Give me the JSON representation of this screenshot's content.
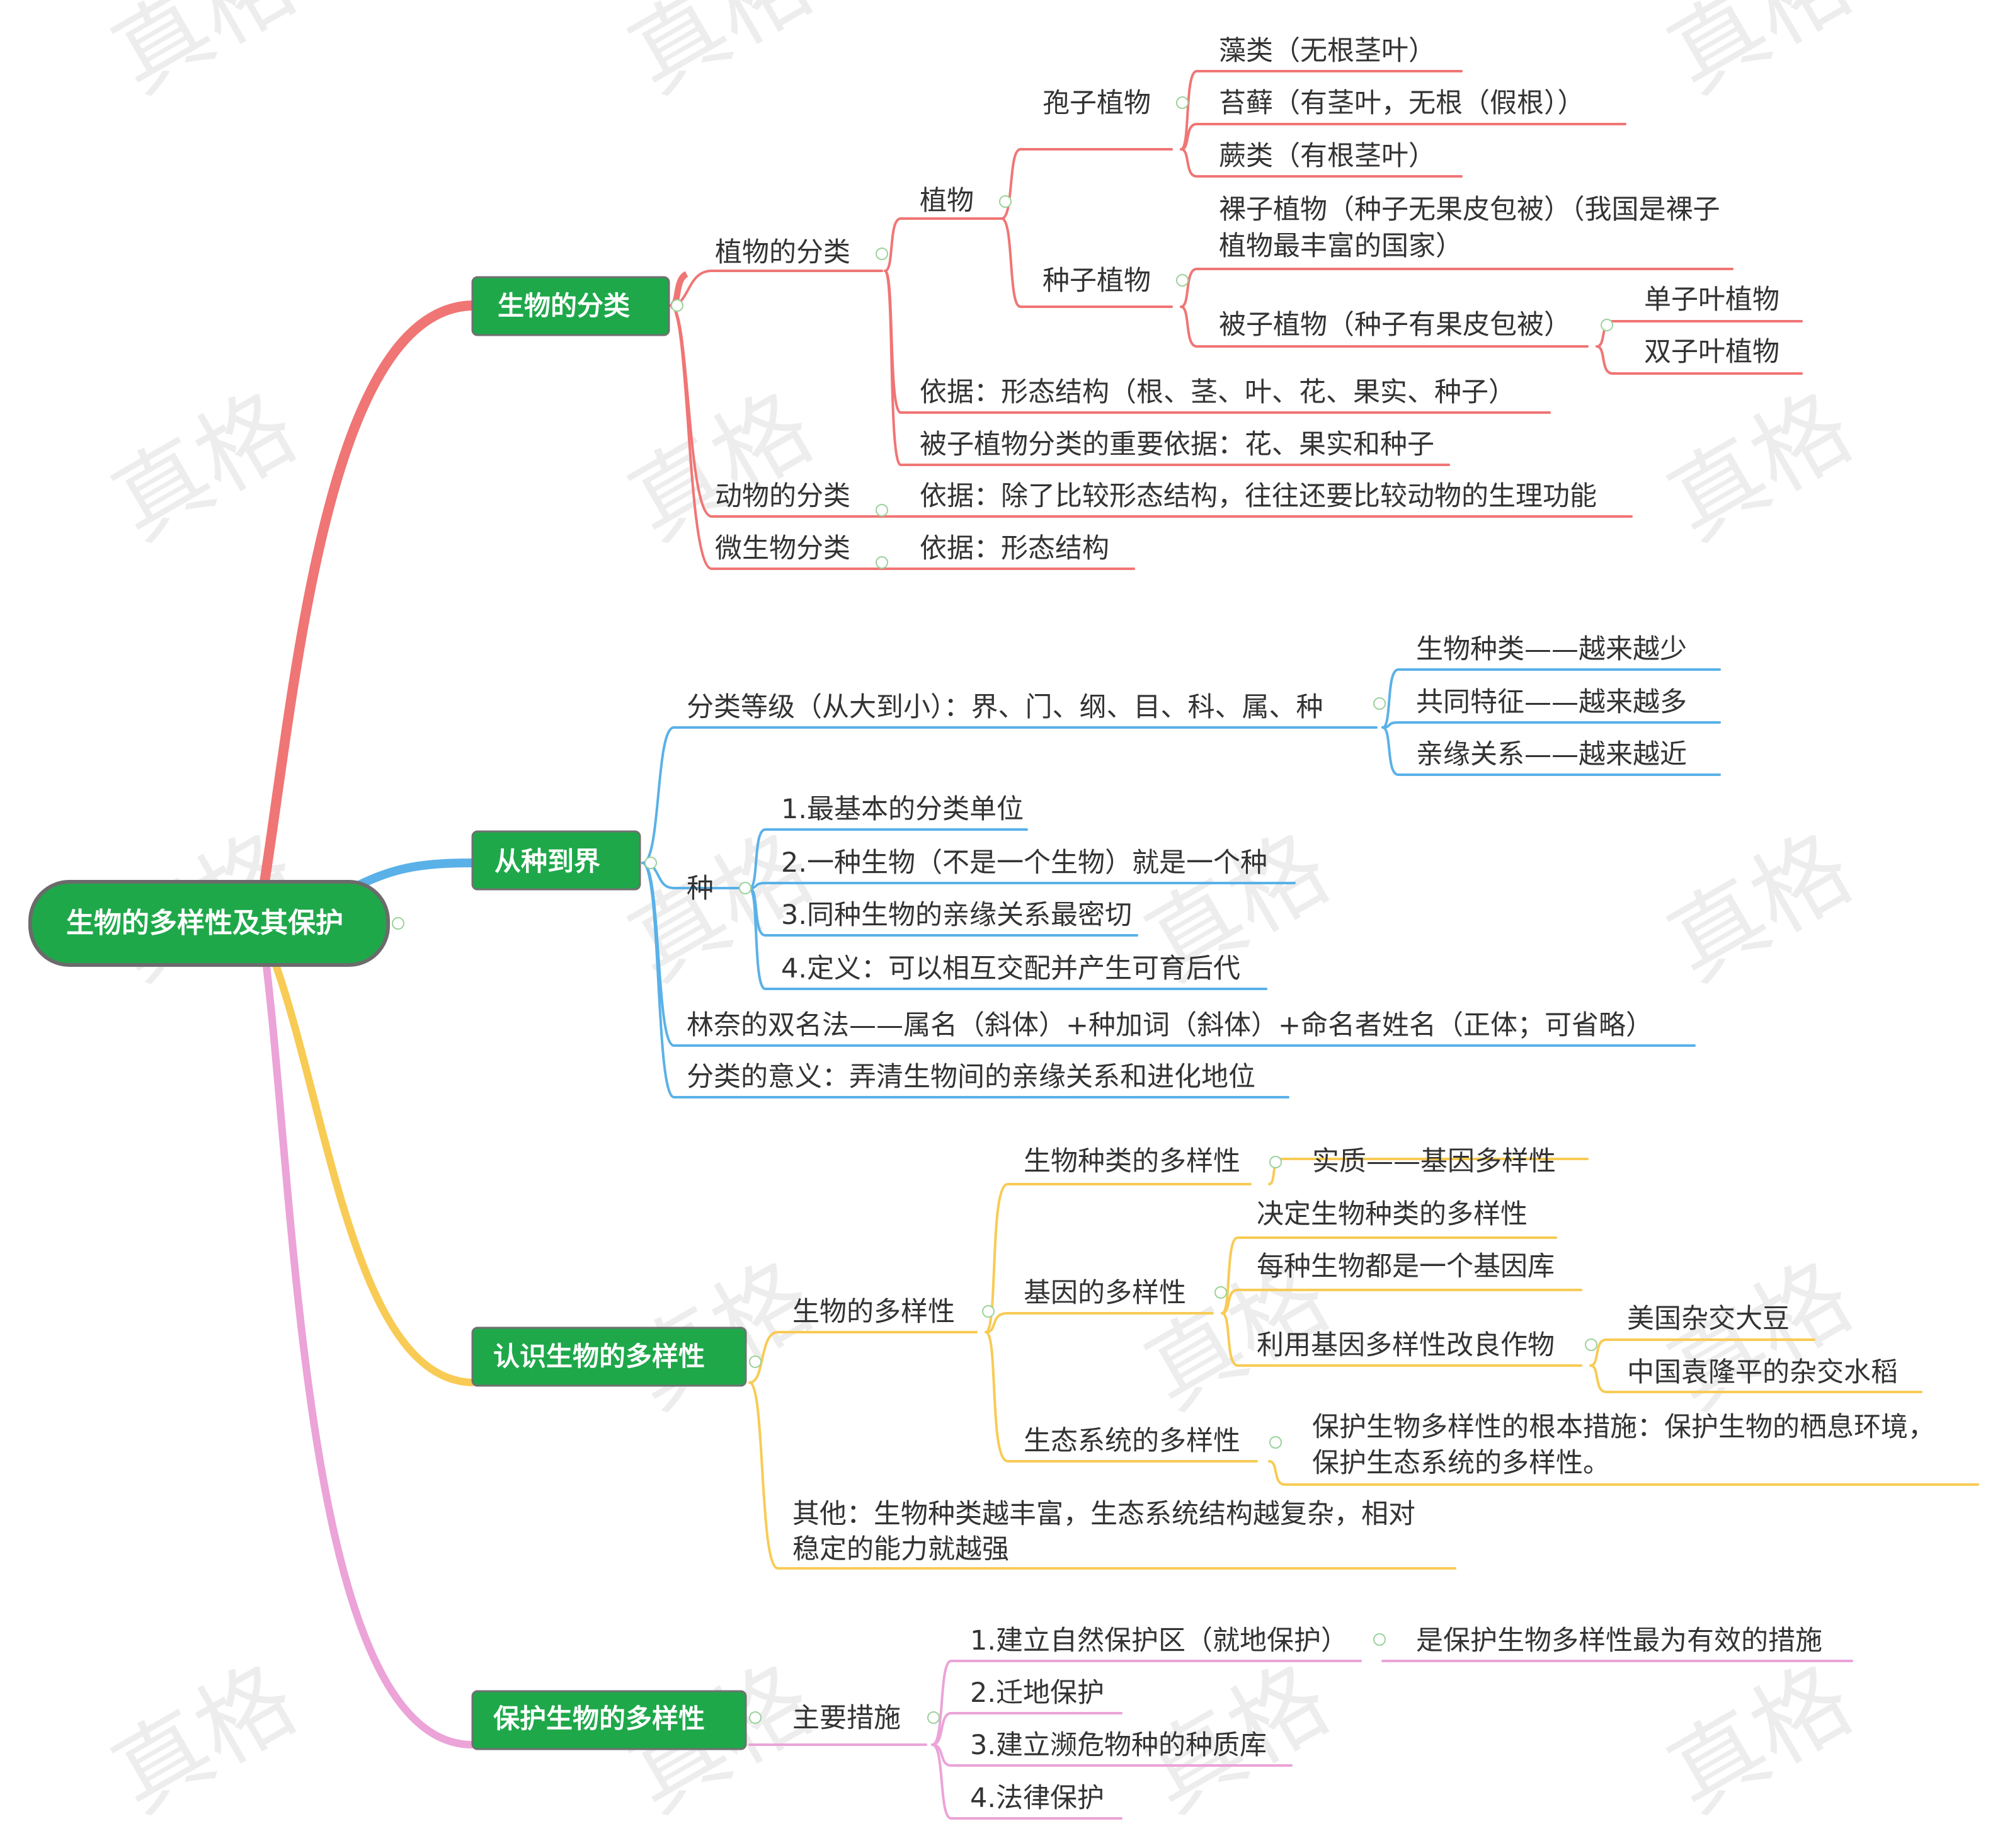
{
  "root": {
    "label": "生物的多样性及其保护"
  },
  "watermark": "真格",
  "colors": {
    "root_fill": "#1ea84a",
    "red": "#f07575",
    "blue": "#5ab1e8",
    "yellow": "#f8cb55",
    "pink": "#eba3d8",
    "text": "#333333"
  },
  "branches": {
    "classification": {
      "label": "生物的分类",
      "plant_cls": {
        "label": "植物的分类",
        "plants": {
          "label": "植物",
          "spore": {
            "label": "孢子植物",
            "algae": "藻类（无根茎叶）",
            "moss": "苔藓（有茎叶，无根（假根））",
            "fern": "蕨类（有根茎叶）"
          },
          "seed": {
            "label": "种子植物",
            "gymno_l1": "裸子植物（种子无果皮包被）（我国是裸子",
            "gymno_l2": "植物最丰富的国家）",
            "angio": {
              "label": "被子植物（种子有果皮包被）",
              "mono": "单子叶植物",
              "dicot": "双子叶植物"
            }
          }
        },
        "basis": "依据：形态结构（根、茎、叶、花、果实、种子）",
        "angio_basis": "被子植物分类的重要依据：花、果实和种子"
      },
      "animal_cls": {
        "label": "动物的分类",
        "basis": "依据：除了比较形态结构，往往还要比较动物的生理功能"
      },
      "microbe_cls": {
        "label": "微生物分类",
        "basis": "依据：形态结构"
      }
    },
    "species": {
      "label": "从种到界",
      "ranks": {
        "label": "分类等级（从大到小）：界、门、纲、目、科、属、种",
        "kinds": "生物种类——越来越少",
        "features": "共同特征——越来越多",
        "kinship": "亲缘关系——越来越近"
      },
      "zhong": {
        "label": "种",
        "p1": "1.最基本的分类单位",
        "p2": "2.一种生物（不是一个生物）就是一个种",
        "p3": "3.同种生物的亲缘关系最密切",
        "p4": "4.定义：可以相互交配并产生可育后代"
      },
      "binomial": "林奈的双名法——属名（斜体）+种加词（斜体）+命名者姓名（正体；可省略）",
      "meaning": "分类的意义：弄清生物间的亲缘关系和进化地位"
    },
    "diversity": {
      "label": "认识生物的多样性",
      "div": {
        "label": "生物的多样性",
        "species_div": {
          "label": "生物种类的多样性",
          "essence": "实质——基因多样性"
        },
        "gene_div": {
          "label": "基因的多样性",
          "decides": "决定生物种类的多样性",
          "bank": "每种生物都是一个基因库",
          "improve": {
            "label": "利用基因多样性改良作物",
            "us": "美国杂交大豆",
            "cn": "中国袁隆平的杂交水稻"
          }
        },
        "eco_div": {
          "label": "生态系统的多样性",
          "l1": "保护生物多样性的根本措施：保护生物的栖息环境，",
          "l2": "保护生态系统的多样性。"
        }
      },
      "other_l1": "其他：生物种类越丰富，生态系统结构越复杂，相对",
      "other_l2": "稳定的能力就越强"
    },
    "protection": {
      "label": "保护生物的多样性",
      "measures": {
        "label": "主要措施",
        "m1": "1.建立自然保护区（就地保护）",
        "m1_note": "是保护生物多样性最为有效的措施",
        "m2": "2.迁地保护",
        "m3": "3.建立濒危物种的种质库",
        "m4": "4.法律保护"
      }
    }
  }
}
